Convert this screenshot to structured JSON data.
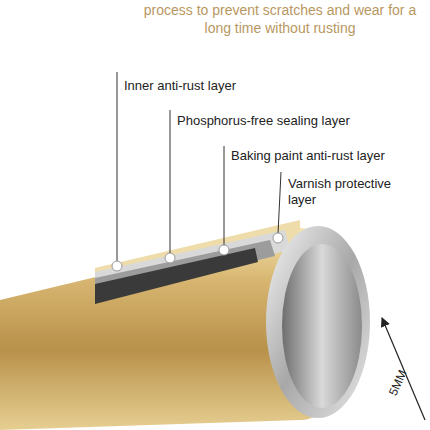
{
  "diagram": {
    "labels": [
      "process to prevent scratches and wear for a long time without rusting",
      "Inner anti-rust layer",
      "Phosphorus-free sealing layer",
      "Baking paint anti-rust layer",
      "Varnish protective layer",
      "5MM"
    ]
  }
}
